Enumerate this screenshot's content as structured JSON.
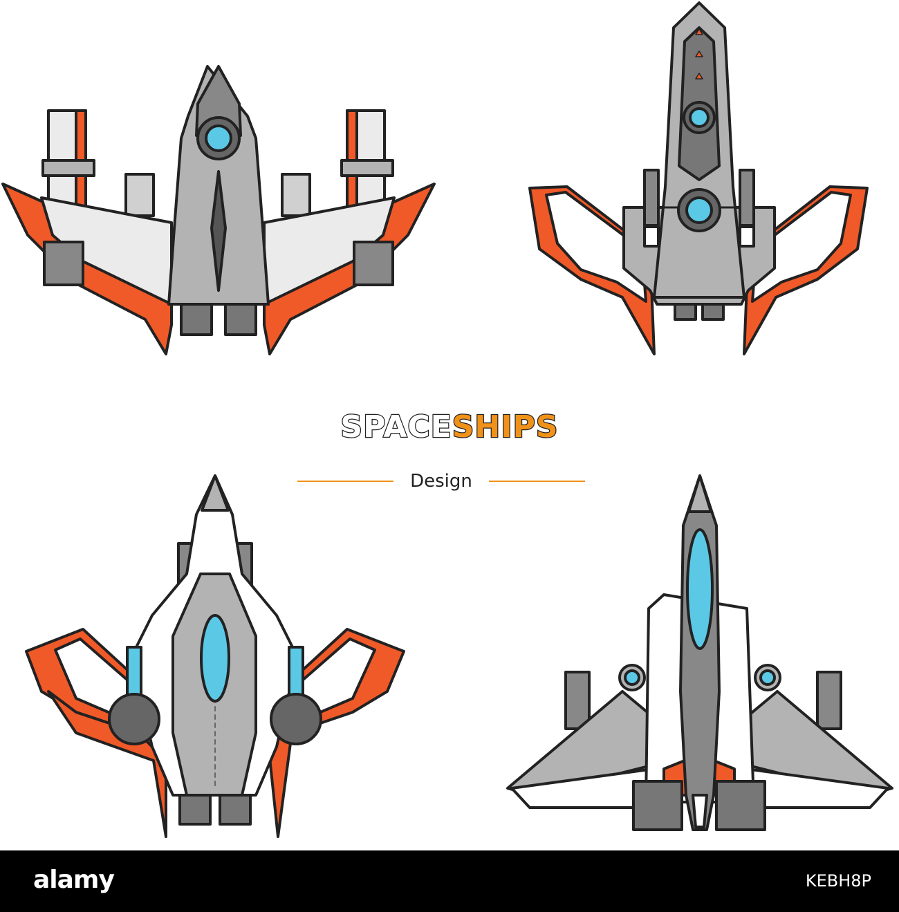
{
  "title": {
    "word1": "SPACE",
    "word2": "SHIPS"
  },
  "subtitle": "Design",
  "footer": {
    "brand": "alamy",
    "image_code": "KEBH8P"
  },
  "colors": {
    "orange": "#f05a28",
    "accent": "#f0921a",
    "gray": "#b3b3b3",
    "dark": "#666666",
    "light": "#ebebeb",
    "cockpit": "#5bc8e6",
    "outline": "#222222"
  },
  "ships": [
    {
      "icon": "spaceship-1-icon"
    },
    {
      "icon": "spaceship-2-icon"
    },
    {
      "icon": "spaceship-3-icon"
    },
    {
      "icon": "spaceship-4-icon"
    }
  ]
}
